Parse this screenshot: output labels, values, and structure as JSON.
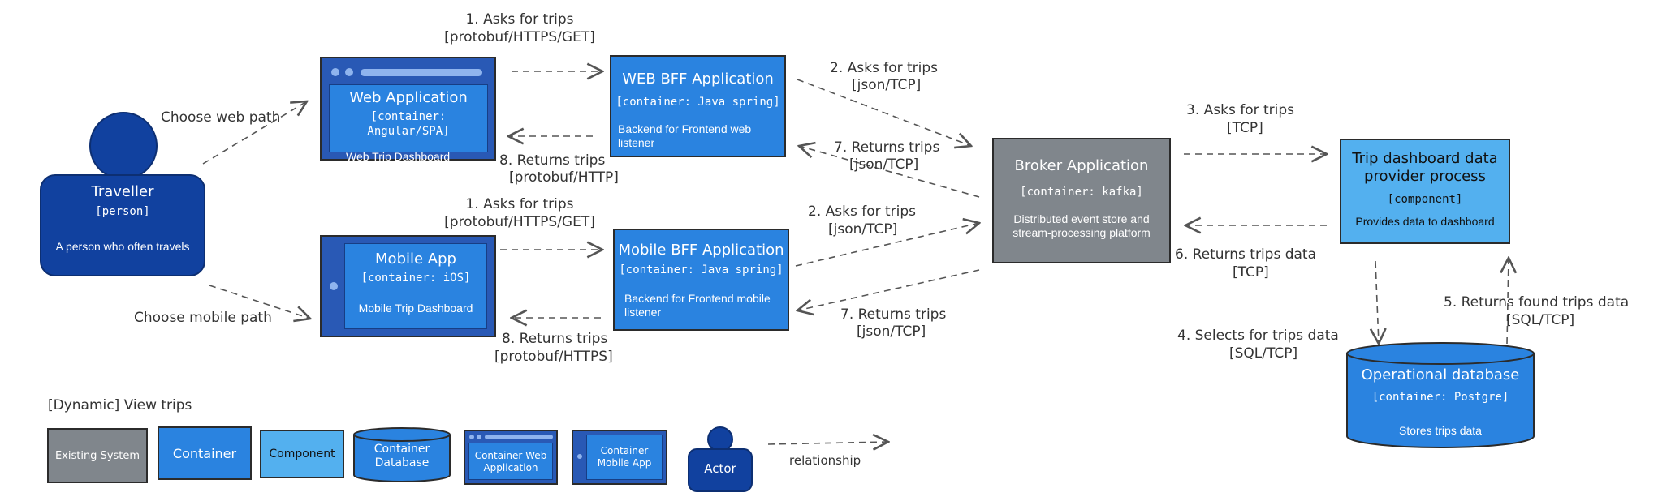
{
  "colors": {
    "container": "#2a83e0",
    "component": "#53b0ef",
    "existing_system": "#80868c",
    "person": "#11419f",
    "web_frame": "#2959b5",
    "arrow": "#555555"
  },
  "traveller": {
    "title": "Traveller",
    "type": "[person]",
    "desc": "A person who often travels",
    "icon": "person-icon"
  },
  "web_app": {
    "title": "Web Application",
    "type": "[container: Angular/SPA]",
    "desc": "Web Trip Dashboard"
  },
  "mobile_app": {
    "title": "Mobile App",
    "type": "[container: iOS]",
    "desc": "Mobile Trip Dashboard"
  },
  "web_bff": {
    "title": "WEB BFF Application",
    "type": "[container: Java spring]",
    "desc": "Backend for Frontend web listener"
  },
  "mobile_bff": {
    "title": "Mobile BFF Application",
    "type": "[container: Java spring]",
    "desc": "Backend for Frontend mobile listener"
  },
  "broker": {
    "title": "Broker Application",
    "type": "[container: kafka]",
    "desc": "Distributed event store and stream-processing platform"
  },
  "provider": {
    "title": "Trip dashboard data provider process",
    "type": "[component]",
    "desc": "Provides data to dashboard"
  },
  "database": {
    "title": "Operational database",
    "type": "[container: Postgre]",
    "desc": "Stores trips data"
  },
  "relations": {
    "choose_web": "Choose web path",
    "choose_mobile": "Choose mobile path",
    "web_1_a": "1. Asks for trips",
    "web_1_b": "[protobuf/HTTPS/GET]",
    "web_8_a": "8. Returns trips",
    "web_8_b": "[protobuf/HTTP]",
    "mob_1_a": "1. Asks for trips",
    "mob_1_b": "[protobuf/HTTPS/GET]",
    "mob_8_a": "8. Returns trips",
    "mob_8_b": "[protobuf/HTTPS]",
    "web_2_a": "2. Asks for trips",
    "web_2_b": "[json/TCP]",
    "web_7_a": "7. Returns trips",
    "web_7_b": "[json/TCP]",
    "mob_2_a": "2. Asks for trips",
    "mob_2_b": "[json/TCP]",
    "mob_7_a": "7. Returns trips",
    "mob_7_b": "[json/TCP]",
    "r3_a": "3. Asks for trips",
    "r3_b": "[TCP]",
    "r6_a": "6. Returns trips data",
    "r6_b": "[TCP]",
    "r4_a": "4. Selects for trips data",
    "r4_b": "[SQL/TCP]",
    "r5_a": "5. Returns found trips data",
    "r5_b": "[SQL/TCP]"
  },
  "legend": {
    "title": "[Dynamic] View trips",
    "existing_system": "Existing System",
    "container": "Container",
    "component": "Component",
    "container_db": "Container Database",
    "container_web": "Container Web Application",
    "container_mobile": "Container Mobile App",
    "actor": "Actor",
    "relationship": "relationship"
  }
}
